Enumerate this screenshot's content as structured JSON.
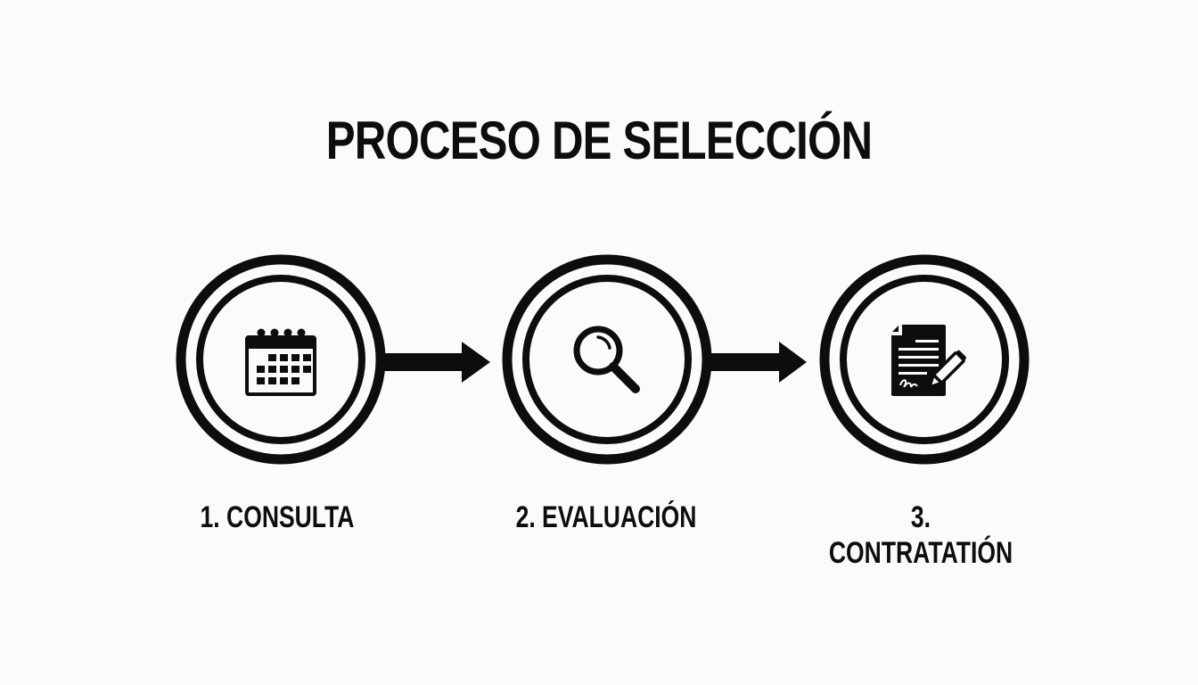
{
  "title": "PROCESO DE SELECCIÓN",
  "colors": {
    "background": "#fbfbfa",
    "foreground": "#0d0d0d"
  },
  "steps": [
    {
      "number": 1,
      "label": "1. CONSULTA",
      "icon": "calendar-icon"
    },
    {
      "number": 2,
      "label": "2. EVALUACIÓN",
      "icon": "magnifying-glass-icon"
    },
    {
      "number": 3,
      "label": "3. CONTRATATIÓN",
      "icon": "signed-document-icon"
    }
  ],
  "connectors": [
    {
      "from": 1,
      "to": 2,
      "type": "arrow"
    },
    {
      "from": 2,
      "to": 3,
      "type": "arrow"
    }
  ]
}
